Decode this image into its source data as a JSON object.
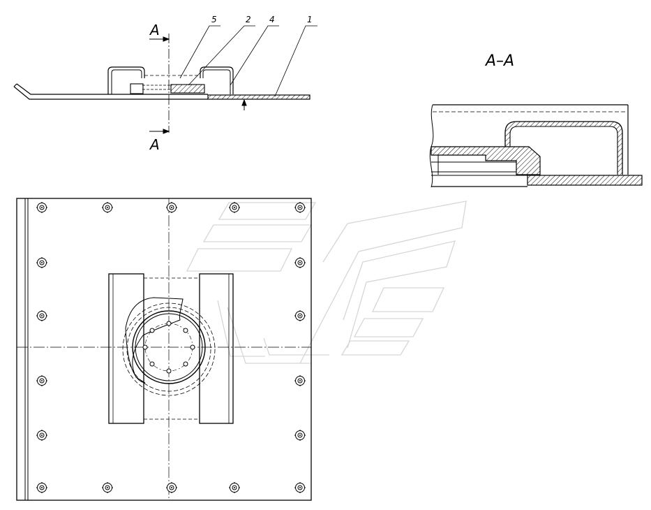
{
  "section_title": "A–A",
  "section_marks": {
    "top": "A",
    "bottom": "A"
  },
  "callouts": [
    "5",
    "2",
    "4",
    "1"
  ],
  "colors": {
    "line": "#000000",
    "watermark": "#d8d8d8",
    "background": "#ffffff"
  }
}
